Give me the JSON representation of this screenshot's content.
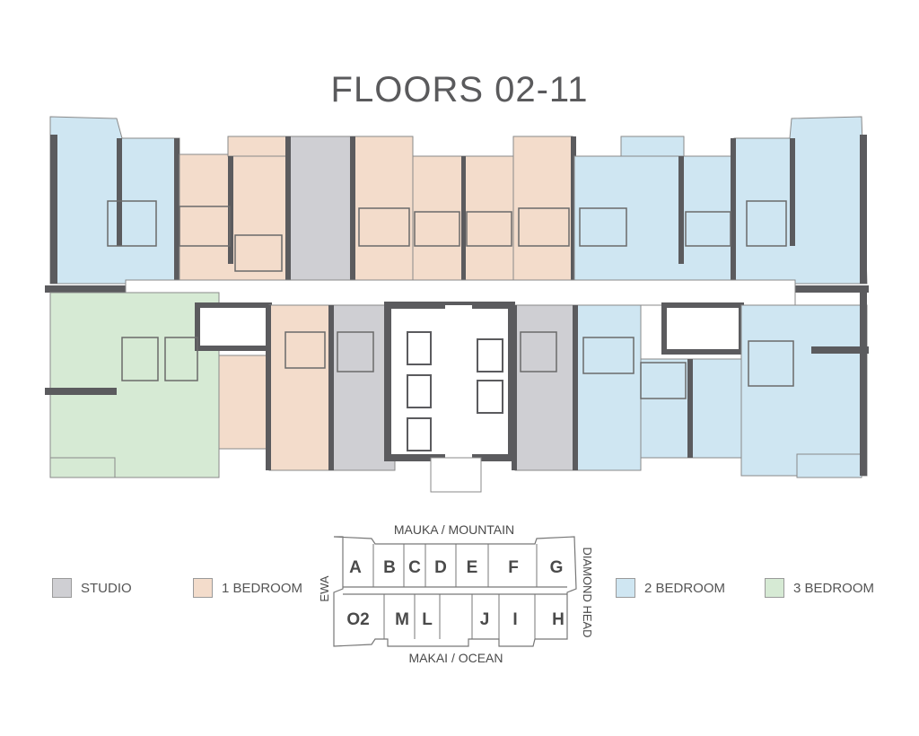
{
  "title": "FLOORS  02-11",
  "colors": {
    "studio": "#cfcfd3",
    "one_bedroom": "#f3dccb",
    "two_bedroom": "#cfe6f2",
    "three_bedroom": "#d6ead4",
    "wall": "#5b5b5e",
    "corridor": "#ffffff"
  },
  "legend": [
    {
      "label": "STUDIO",
      "color": "#cfcfd3"
    },
    {
      "label": "1 BEDROOM",
      "color": "#f3dccb"
    },
    {
      "label": "2 BEDROOM",
      "color": "#cfe6f2"
    },
    {
      "label": "3 BEDROOM",
      "color": "#d6ead4"
    }
  ],
  "keyplan": {
    "north_label": "MAUKA / MOUNTAIN",
    "south_label": "MAKAI / OCEAN",
    "west_label": "EWA",
    "east_label": "DIAMOND HEAD",
    "top_units": [
      "A",
      "B",
      "C",
      "D",
      "E",
      "F",
      "G"
    ],
    "bottom_units": [
      "O2",
      "M",
      "L",
      "J",
      "I",
      "H"
    ]
  }
}
